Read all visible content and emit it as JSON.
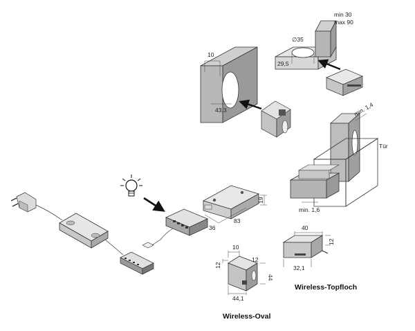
{
  "labels": {
    "door": "Tür",
    "wireless_oval": "Wireless-Oval",
    "wireless_topfloch": "Wireless-Topfloch"
  },
  "dimensions": {
    "min30": "min 30",
    "max90": "max 90",
    "dia35": "∅35",
    "d29_5": "29,5",
    "d10_top": "10",
    "d43_3": "43,3",
    "min1_4": "min. 1,4",
    "min1_6": "min. 1,6",
    "d19": "19",
    "d36": "36",
    "d83": "83",
    "d40": "40",
    "d32_1": "32,1",
    "d12": "12",
    "d10_oval": "10",
    "d12_oval": "12",
    "d44": "44",
    "d44_1": "44,1"
  }
}
